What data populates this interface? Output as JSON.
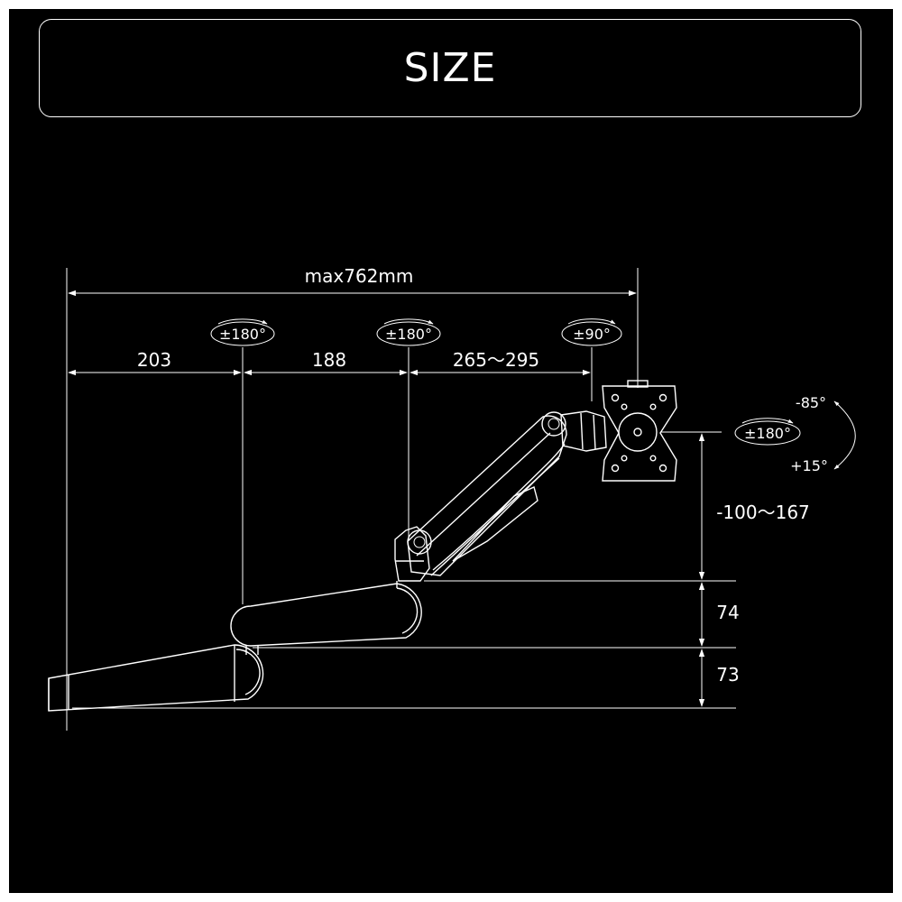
{
  "title": "SIZE",
  "colors": {
    "background": "#000000",
    "line": "#ffffff"
  },
  "dimensions": {
    "overall_reach": "max762mm",
    "segment_1": "203",
    "segment_2": "188",
    "segment_3": "265〜295",
    "height_adjust": "-100〜167",
    "arm_height_1": "74",
    "arm_height_2": "73"
  },
  "rotations": {
    "joint_1": "±180°",
    "joint_2": "±180°",
    "joint_3": "±90°",
    "screen_rotation": "±180°",
    "tilt_up": "-85°",
    "tilt_down": "+15°"
  }
}
